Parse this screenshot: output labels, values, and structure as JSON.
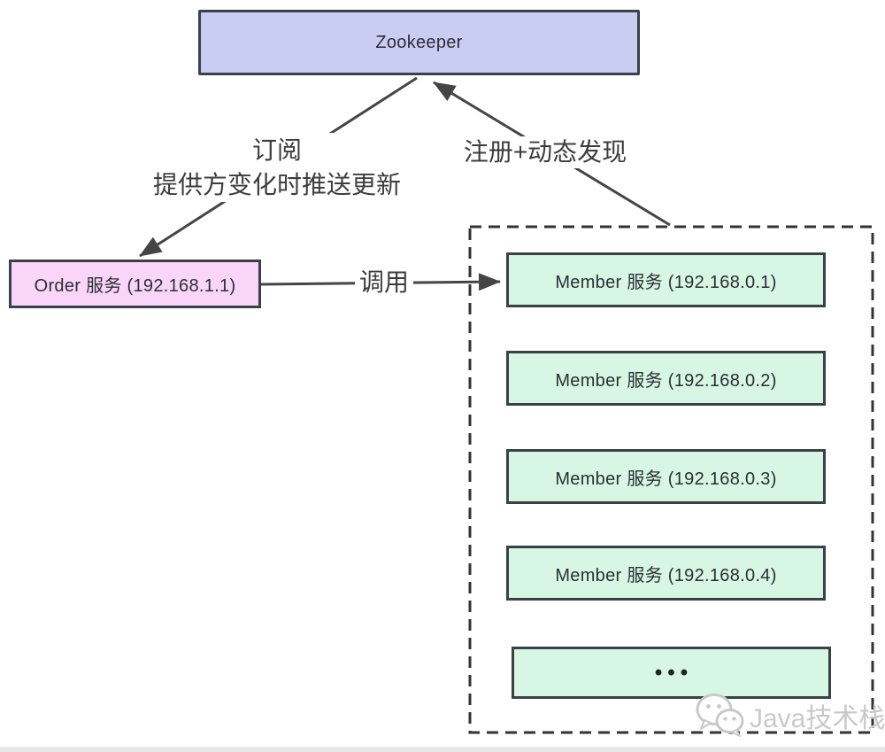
{
  "diagram": {
    "zookeeper": {
      "label": "Zookeeper",
      "fill": "#c9cdf2"
    },
    "order": {
      "label": "Order 服务 (192.168.1.1)",
      "fill": "#f8d5f9"
    },
    "member_cluster": {
      "member_fill": "#d7f6e3",
      "members": [
        {
          "label": "Member 服务 (192.168.0.1)"
        },
        {
          "label": "Member 服务 (192.168.0.2)"
        },
        {
          "label": "Member 服务 (192.168.0.3)"
        },
        {
          "label": "Member 服务 (192.168.0.4)"
        }
      ],
      "ellipsis_label": "•••"
    },
    "edges": {
      "subscribe_line1": "订阅",
      "subscribe_line2": "提供方变化时推送更新",
      "register_label": "注册+动态发现",
      "invoke_label": "调用"
    }
  },
  "watermark": {
    "icon": "wechat-icon",
    "text": "Java技术栈"
  },
  "colors": {
    "box_border": "#3a4149",
    "line": "#454545",
    "dash_border": "#333333",
    "label_text": "#3d3d3d"
  }
}
